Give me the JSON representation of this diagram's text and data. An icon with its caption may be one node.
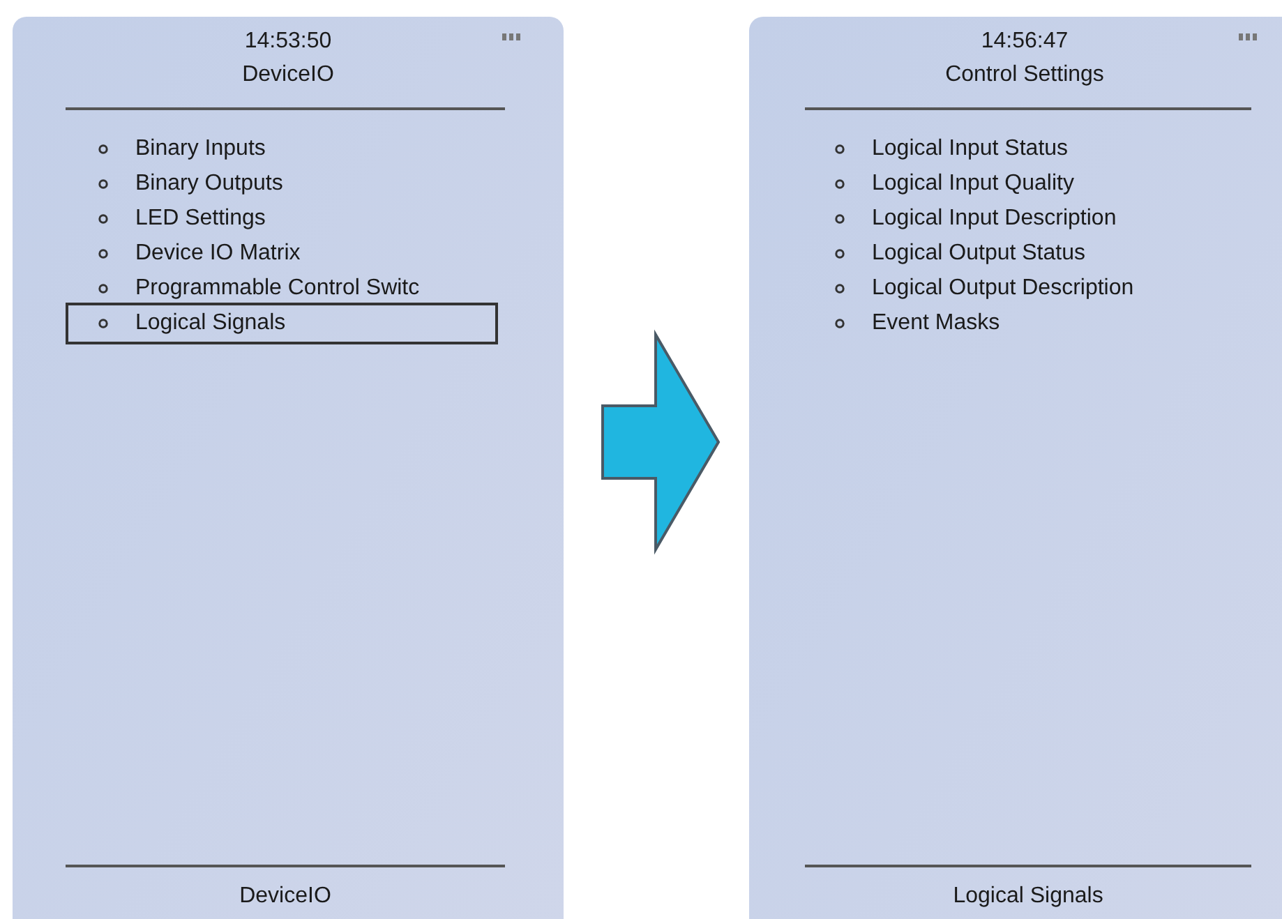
{
  "diagram": {
    "nodes": [
      {
        "text": [
          "14:53:50",
          "DeviceIO",
          "DeviceIO"
        ]
      },
      {
        "text": [
          "Binary Inputs"
        ],
        "in": 0
      },
      {
        "text": [
          "Binary Outputs"
        ],
        "in": 0
      },
      {
        "text": [
          "LED Settings"
        ],
        "in": 0
      },
      {
        "text": [
          "Device IO Matrix"
        ],
        "in": 0
      },
      {
        "text": [
          "Programmable Control Switc"
        ],
        "in": 0
      },
      {
        "text": [
          "Logical Signals"
        ],
        "in": 0
      },
      {
        "text": [
          "14:56:47",
          "Control Settings",
          "Logical Signals"
        ]
      },
      {
        "text": [
          "Logical Input Status"
        ],
        "in": 7
      },
      {
        "text": [
          "Logical Input Quality"
        ],
        "in": 7
      },
      {
        "text": [
          "Logical Input Description"
        ],
        "in": 7
      },
      {
        "text": [
          "Logical Output Status"
        ],
        "in": 7
      },
      {
        "text": [
          "Logical Output Description"
        ],
        "in": 7
      },
      {
        "text": [
          "Event Masks"
        ],
        "in": 7
      }
    ],
    "edges": [
      {
        "from": 0,
        "to": 7,
        "arrow": "to"
      }
    ]
  }
}
